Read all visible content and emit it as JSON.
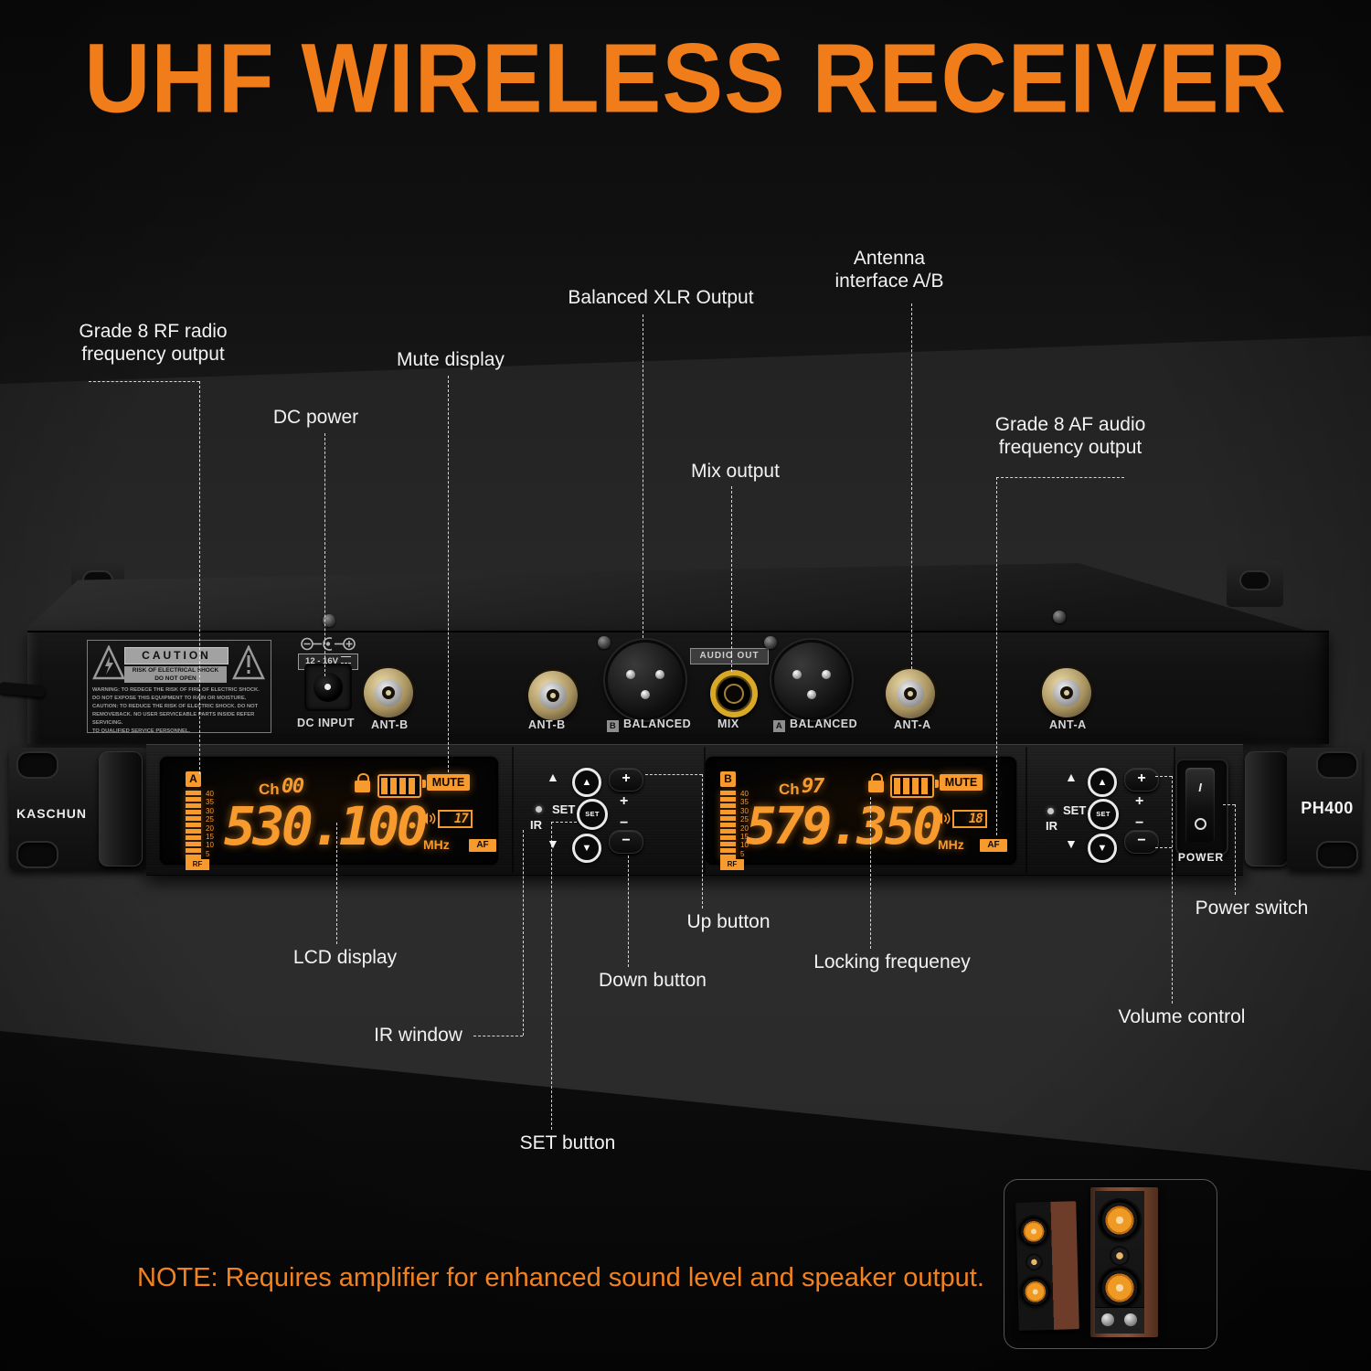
{
  "title": "UHF WIRELESS RECEIVER",
  "note": "NOTE: Requires amplifier for enhanced sound level and speaker output.",
  "colors": {
    "accent": "#f07d1a",
    "lcd_orange": "#f79b2e",
    "callout_text": "#f2f2f2"
  },
  "callouts": {
    "rf_output": {
      "line1": "Grade 8 RF radio",
      "line2": "frequency output"
    },
    "dc_power": {
      "label": "DC power"
    },
    "mute_display": {
      "label": "Mute display"
    },
    "xlr_output": {
      "label": "Balanced XLR Output"
    },
    "mix_output": {
      "label": "Mix output"
    },
    "antenna_ab": {
      "line1": "Antenna",
      "line2": "interface A/B"
    },
    "af_output": {
      "line1": "Grade 8 AF audio",
      "line2": "frequency output"
    },
    "lcd_display": {
      "label": "LCD display"
    },
    "ir_window": {
      "label": "IR window"
    },
    "set_button": {
      "label": "SET button"
    },
    "up_button": {
      "label": "Up button"
    },
    "down_button": {
      "label": "Down button"
    },
    "locking_frequency": {
      "label": "Locking frequeney"
    },
    "power_switch": {
      "label": "Power switch"
    },
    "volume_control": {
      "label": "Volume control"
    }
  },
  "back_panel": {
    "caution": {
      "header": "CAUTION",
      "sub": "RISK OF ELECTRICAL SHOCK\nDO NOT OPEN",
      "warning": "WARNING: TO REDECE THE RISK OF FIRE OF ELECTRIC SHOCK.\nDO NOT EXPOSE THIS EQUIPMENT TO RAIN OR MOISTURE.\nCAUTION: TO REDUCE THE RISK OF ELECTRIC SHOCK. DO NOT\nREMOVEBACK. NO USER SERVICEABLE PARTS INSIDE REFER SERVICING.\nTO QUALIFIED SERVICE PERSONNEL."
    },
    "voltage_label": "12 - 16V",
    "dc_input_label": "DC INPUT",
    "audio_out_label": "AUDIO OUT",
    "ant_b1_label": "ANT-B",
    "ant_b2_label": "ANT-B",
    "xlr_b_badge": "B",
    "xlr_b_label": "BALANCED",
    "mix_label": "MIX",
    "xlr_a_badge": "A",
    "xlr_a_label": "BALANCED",
    "ant_a1_label": "ANT-A",
    "ant_a2_label": "ANT-A"
  },
  "front_panel": {
    "brand": "KASCHUN",
    "model": "PH400",
    "power_label": "POWER",
    "power_on": "I",
    "set_label": "SET",
    "ir_label": "IR",
    "up_tri": "▲",
    "down_tri": "▼",
    "plus": "+",
    "minus": "−",
    "displays": [
      {
        "band": "A",
        "ch_prefix": "Ch",
        "channel": "00",
        "scale": "40\n35\n30\n25\n20\n15\n10\n5",
        "rf_label": "RF",
        "frequency": "530.100",
        "unit": "MHz",
        "mute": "MUTE",
        "af": "AF",
        "level": "17"
      },
      {
        "band": "B",
        "ch_prefix": "Ch",
        "channel": "97",
        "scale": "40\n35\n30\n25\n20\n15\n10\n5",
        "rf_label": "RF",
        "frequency": "579.350",
        "unit": "MHz",
        "mute": "MUTE",
        "af": "AF",
        "level": "18"
      }
    ]
  }
}
